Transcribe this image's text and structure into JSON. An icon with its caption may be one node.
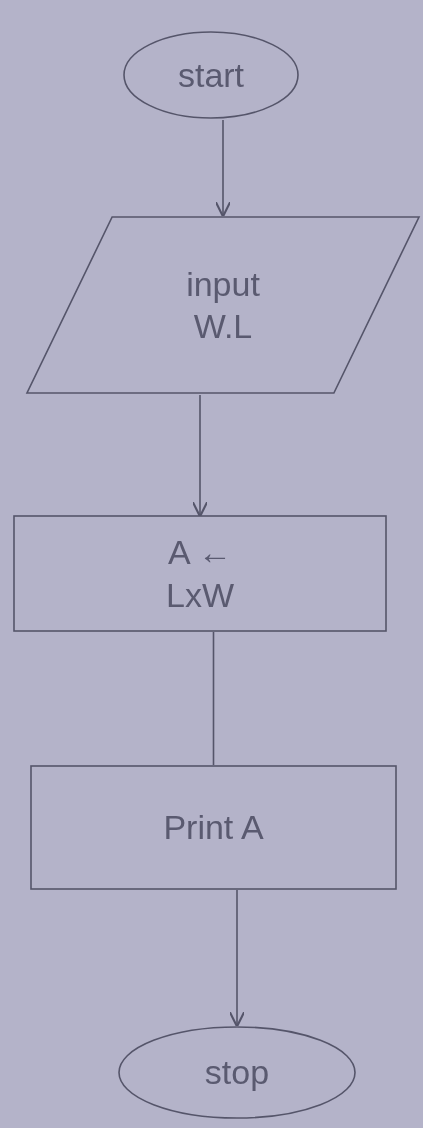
{
  "diagram": {
    "nodes": [
      {
        "text": [
          "start"
        ]
      },
      {
        "text": [
          "input W.L"
        ]
      },
      {
        "text": [
          "A ← LxW"
        ]
      },
      {
        "text": [
          "Print A"
        ]
      },
      {
        "text": [
          "stop"
        ]
      }
    ],
    "edges": [
      {
        "from": 0,
        "to": 1,
        "arrow": "to"
      },
      {
        "from": 1,
        "to": 2,
        "arrow": "to"
      },
      {
        "from": 2,
        "to": 3,
        "arrow": "none"
      },
      {
        "from": 3,
        "to": 4,
        "arrow": "to"
      }
    ]
  }
}
